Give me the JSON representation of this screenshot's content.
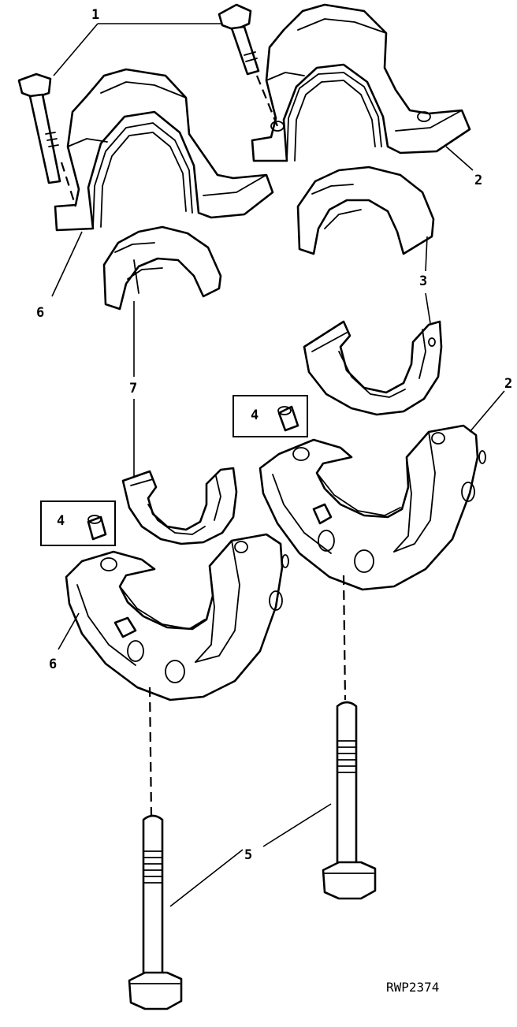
{
  "callouts": {
    "c1": "1",
    "c2_top": "2",
    "c2_bottom": "2",
    "c3": "3",
    "c4_right": "4",
    "c4_left": "4",
    "c5": "5",
    "c6_top": "6",
    "c6_bottom": "6",
    "c7": "7"
  },
  "figure_code": "RWP2374"
}
